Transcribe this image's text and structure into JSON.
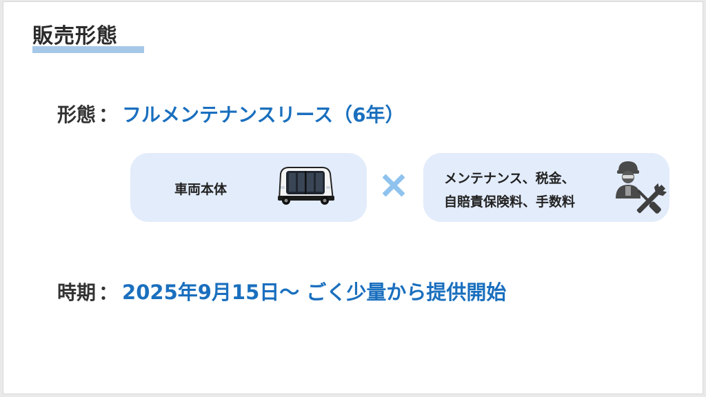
{
  "slide": {
    "title": "販売形態"
  },
  "form_row": {
    "label": "形態",
    "colon": "：",
    "value": "フルメンテナンスリース（6年）"
  },
  "vehicle_box": {
    "label": "車両本体",
    "icon": "bus-icon"
  },
  "operator": {
    "symbol": "×",
    "icon": "multiply-icon",
    "color": "#8fc3ee"
  },
  "services_box": {
    "line1": "メンテナンス、税金、",
    "line2": "自賠責保険料、手数料",
    "icon": "mechanic-wrench-icon"
  },
  "time_row": {
    "label": "時期",
    "colon": "：",
    "value": "2025年9月15日～ ごく少量から提供開始"
  },
  "colors": {
    "accent_blue": "#1a6fbe",
    "box_fill": "#e3ecfb",
    "title_underline": "#a6c8e8",
    "text_dark": "#333333"
  }
}
